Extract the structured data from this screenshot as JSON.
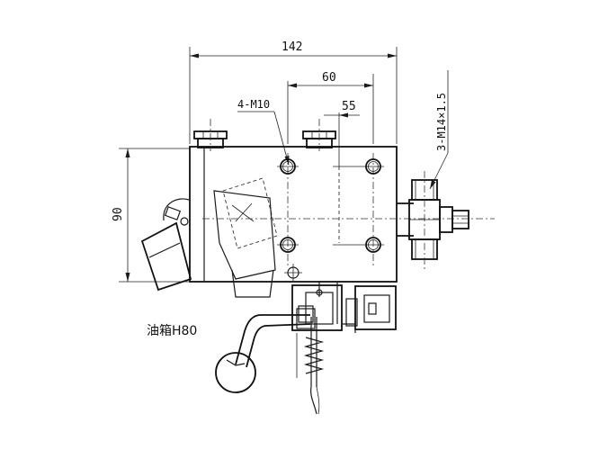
{
  "dimensions": {
    "overall_width": "142",
    "hole_spacing_horizontal": "60",
    "hole_offset": "55",
    "height": "90"
  },
  "callouts": {
    "bolt_holes": "4-M10",
    "port_thread": "3-M14×1.5",
    "oil_tank": "油箱H80"
  }
}
